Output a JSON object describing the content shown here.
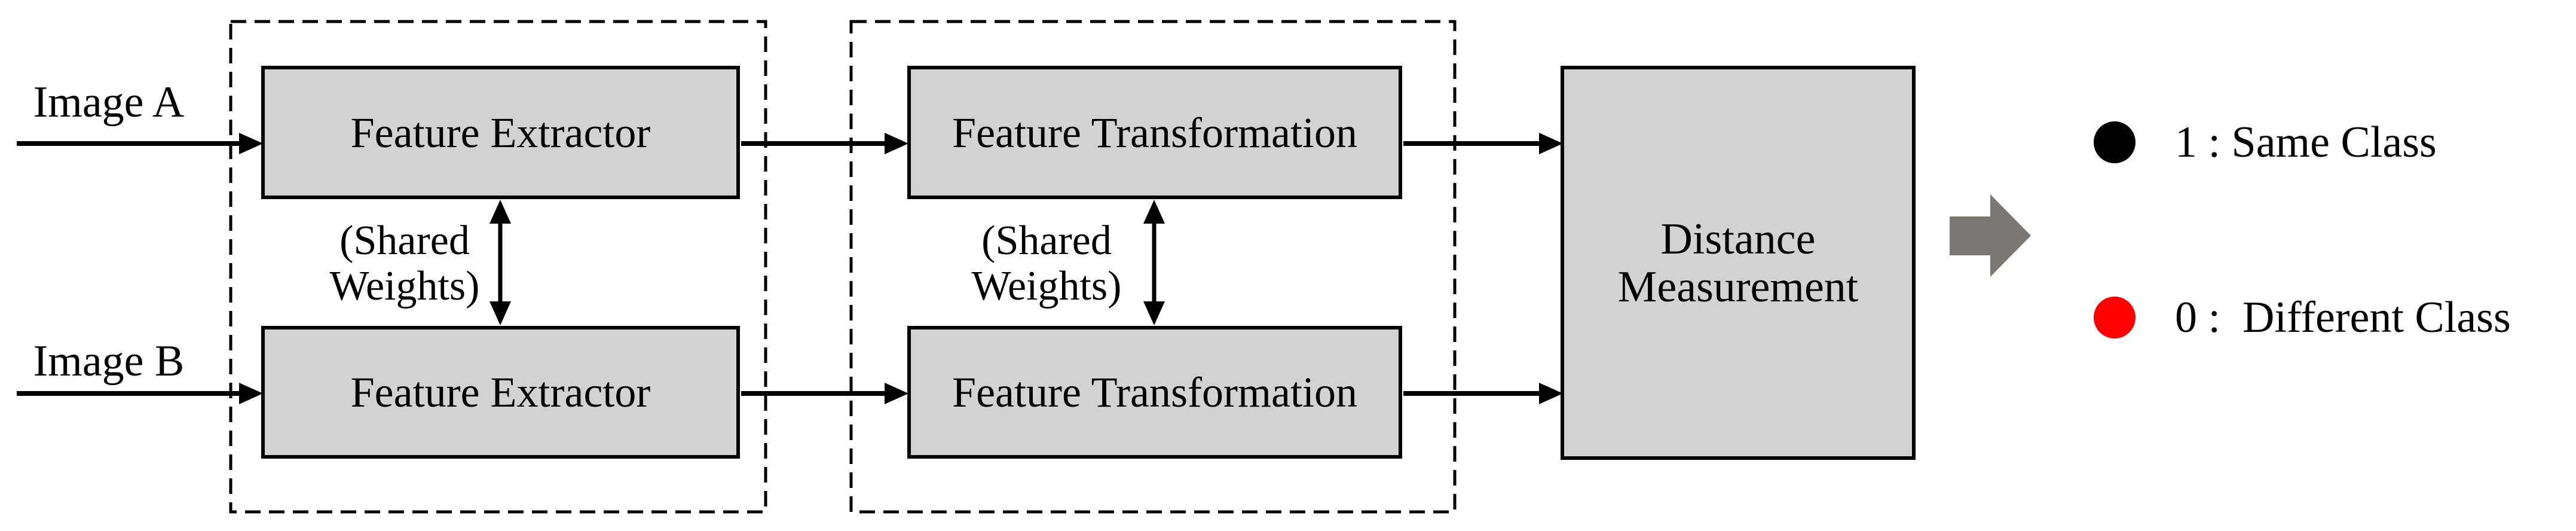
{
  "diagram": {
    "inputs": {
      "a": "Image A",
      "b": "Image B"
    },
    "stage1": {
      "top_box": "Feature Extractor",
      "bottom_box": "Feature Extractor",
      "shared_note": {
        "line1": "(Shared",
        "line2": "Weights)"
      }
    },
    "stage2": {
      "top_box": "Feature Transformation",
      "bottom_box": "Feature Transformation",
      "shared_note": {
        "line1": "(Shared",
        "line2": "Weights)"
      }
    },
    "distance_box": {
      "line1": "Distance",
      "line2": "Measurement"
    },
    "legend": {
      "same": {
        "label": "1 : Same Class",
        "dot_color": "#000000"
      },
      "different": {
        "label": "0 :  Different Class",
        "dot_color": "#fe0000"
      }
    },
    "colors": {
      "box_fill": "#d2d2d2",
      "box_border": "#000000",
      "connector": "#000000",
      "dashed_container": "#000000",
      "result_arrow_fill": "#7a7672",
      "result_arrow_stroke": "#68645f"
    }
  }
}
